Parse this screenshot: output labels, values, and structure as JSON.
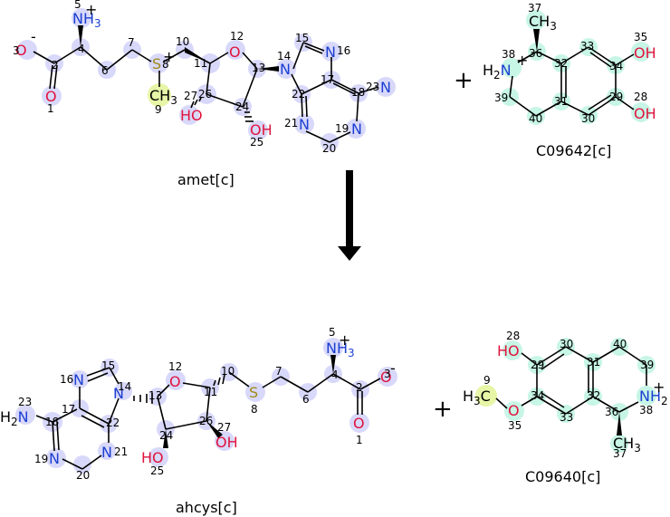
{
  "reaction": {
    "arrow": "down",
    "plus_sign": "+",
    "charge_plus": "+",
    "charge_minus": "-",
    "colors": {
      "core": "#c9c9f5",
      "core_fill": "#d8d8fa",
      "moved": "#e6f5a6",
      "aux": "#9ff0d6",
      "aux_fill": "#c7f5e6",
      "O": "#e0143c",
      "N": "#1c3fd1",
      "S": "#a08a18",
      "C": "#000000"
    },
    "reactants": [
      {
        "name": "amet[c]"
      },
      {
        "name": "C09642[c]"
      }
    ],
    "products": [
      {
        "name": "ahcys[c]"
      },
      {
        "name": "C09640[c]"
      }
    ]
  },
  "labels": {
    "amet": {
      "O3": "O",
      "O1": "O",
      "N5": "NH",
      "N5sub": "3",
      "S8": "S",
      "C9": "CH",
      "C9sub": "3",
      "O12": "O",
      "O27": "HO",
      "O25": "OH",
      "N14": "N",
      "N16": "N",
      "N21": "N",
      "N19": "N",
      "N23": "N",
      "nums": [
        "3",
        "2",
        "1",
        "4",
        "5",
        "6",
        "7",
        "8",
        "9",
        "10",
        "11",
        "12",
        "13",
        "26",
        "27",
        "24",
        "25",
        "14",
        "15",
        "16",
        "17",
        "22",
        "18",
        "23",
        "21",
        "19",
        "20"
      ]
    },
    "c09642": {
      "C37": "CH",
      "C37sub": "3",
      "N38": "H",
      "N38sub": "2",
      "N38N": "N",
      "O35": "OH",
      "O28": "OH",
      "nums": [
        "37",
        "36",
        "38",
        "39",
        "40",
        "32",
        "33",
        "34",
        "35",
        "29",
        "28",
        "31",
        "30"
      ]
    },
    "ahcys": {
      "N23a": "H",
      "N23sub": "2",
      "N23N": "N",
      "N16": "N",
      "N14": "N",
      "N21": "N",
      "N19": "N",
      "O12": "O",
      "O25": "HO",
      "O27": "OH",
      "S8": "S",
      "N5": "NH",
      "N5sub": "3",
      "O3": "O",
      "O1": "O",
      "nums": [
        "23",
        "15",
        "16",
        "14",
        "17",
        "18",
        "22",
        "19",
        "21",
        "20",
        "13",
        "12",
        "11",
        "10",
        "24",
        "26",
        "25",
        "27",
        "8",
        "7",
        "6",
        "5",
        "4",
        "2",
        "3",
        "1"
      ]
    },
    "c09640": {
      "O28": "HO",
      "C9": "H",
      "C9sub": "3",
      "C9C": "C",
      "O35": "O",
      "N38": "NH",
      "N38sub": "2",
      "C37": "CH",
      "C37sub": "3",
      "nums": [
        "28",
        "30",
        "40",
        "29",
        "31",
        "39",
        "9",
        "34",
        "32",
        "36",
        "38",
        "35",
        "33",
        "37"
      ]
    }
  }
}
